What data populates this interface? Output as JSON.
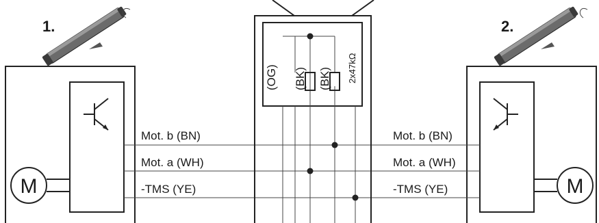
{
  "actuator_1": {
    "number": "1."
  },
  "actuator_2": {
    "number": "2."
  },
  "left_unit": {
    "motor_symbol": "M",
    "wires": [
      "Mot. b (BN)",
      "Mot. a (WH)",
      "-TMS (YE)"
    ]
  },
  "right_unit": {
    "motor_symbol": "M",
    "wires": [
      "Mot. b (BN)",
      "Mot. a (WH)",
      "-TMS (YE)"
    ]
  },
  "junction_box": {
    "labels": [
      "(OG)",
      "(BK)",
      "(BK)"
    ],
    "resistor_value": "2x47kΩ"
  },
  "colors": {
    "line": "#222222",
    "background": "#ffffff"
  }
}
